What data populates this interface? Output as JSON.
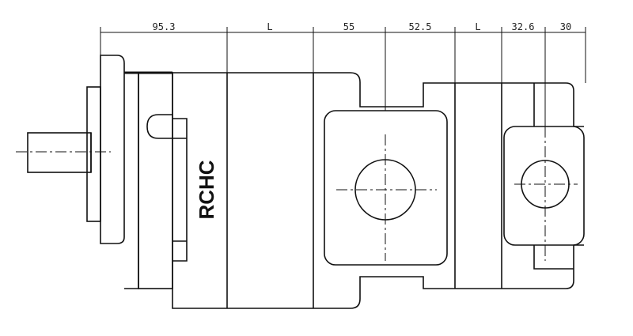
{
  "drawing": {
    "brand_text": "RCHC",
    "dimensions": [
      "95.3",
      "L",
      "55",
      "52.5",
      "L",
      "32.6",
      "30"
    ],
    "line_color": "#111111"
  }
}
